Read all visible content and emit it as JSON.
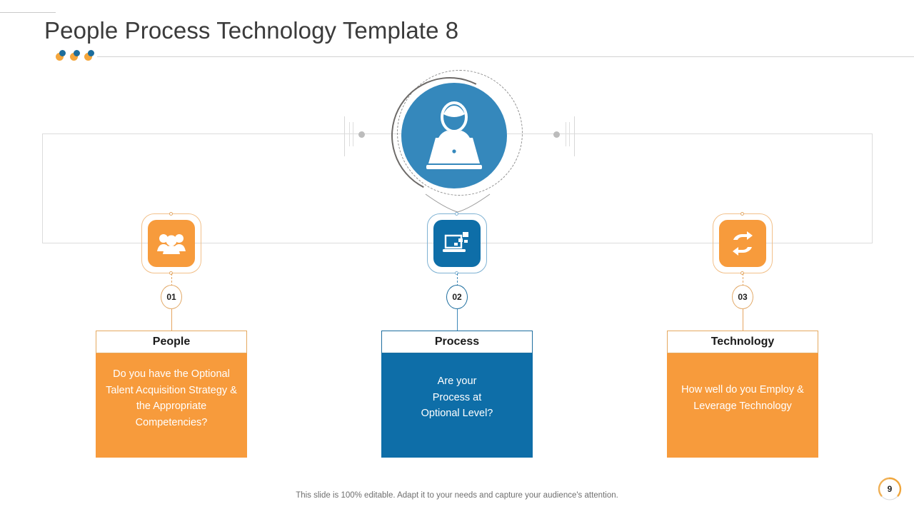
{
  "header": {
    "title": "People Process Technology Template 8",
    "accent_dots": [
      {
        "orange": "#f4a63c",
        "blue": "#1c6d9c"
      },
      {
        "orange": "#f4a63c",
        "blue": "#1c6d9c"
      },
      {
        "orange": "#f4a63c",
        "blue": "#1c6d9c"
      }
    ]
  },
  "hero": {
    "icon": "person-at-laptop-icon",
    "circle_color": "#3588bc"
  },
  "colors": {
    "orange": "#f79b3c",
    "blue": "#0e6ea8",
    "hero_blue": "#3588bc",
    "frame_gray": "#dcdcdc",
    "text_dark": "#3b3b3b"
  },
  "columns": [
    {
      "number": "01",
      "title": "People",
      "text": "Do you have the Optional Talent Acquisition Strategy & the Appropriate Competencies?",
      "icon": "people-group-icon",
      "accent": "#f79b3c",
      "theme": "orange"
    },
    {
      "number": "02",
      "title": "Process",
      "text": "Are your Process at Optional Level?",
      "icon": "laptop-data-flow-icon",
      "accent": "#0e6ea8",
      "theme": "blue"
    },
    {
      "number": "03",
      "title": "Technology",
      "text": "How well do you Employ & Leverage Technology",
      "icon": "sync-arrows-icon",
      "accent": "#f79b3c",
      "theme": "orange"
    }
  ],
  "footer": {
    "note": "This slide is 100% editable. Adapt it to your needs and capture your audience's attention.",
    "page_number": "9",
    "progress_color": "#f0a63c"
  }
}
